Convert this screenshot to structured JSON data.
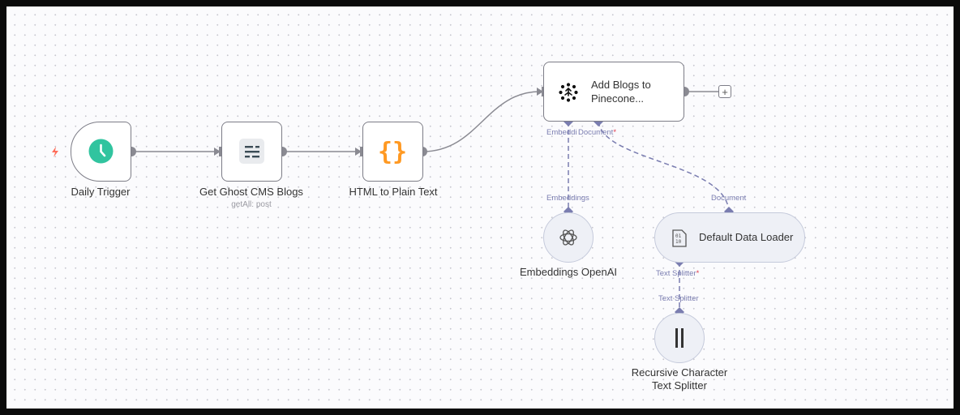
{
  "workflow": {
    "nodes": {
      "daily_trigger": {
        "label": "Daily Trigger",
        "icon": "clock-icon"
      },
      "get_ghost": {
        "label": "Get Ghost CMS Blogs",
        "subtitle": "getAll: post",
        "icon": "ghost-icon"
      },
      "html_to_text": {
        "label": "HTML to Plain Text",
        "icon": "code-braces-icon"
      },
      "pinecone": {
        "label_line1": "Add Blogs to",
        "label_line2": "Pinecone...",
        "icon": "pinecone-icon"
      },
      "embeddings": {
        "label": "Embeddings OpenAI",
        "icon": "openai-icon"
      },
      "data_loader": {
        "label": "Default Data Loader",
        "icon": "binary-file-icon"
      },
      "splitter": {
        "label_line1": "Recursive Character",
        "label_line2": "Text Splitter",
        "icon": "splitter-icon"
      }
    },
    "ports": {
      "pinecone_embedding": "Embeddi",
      "pinecone_document": "Document",
      "required_marker": "*",
      "embeddings_out": "Embeddings",
      "document_out": "Document",
      "loader_text_splitter": "Text Splitter",
      "splitter_out": "Text Splitter"
    },
    "colors": {
      "trigger_accent": "#ff6d5a",
      "clock_green": "#31c49f",
      "code_orange": "#ff9922",
      "sub_port": "#7a7db0"
    }
  }
}
